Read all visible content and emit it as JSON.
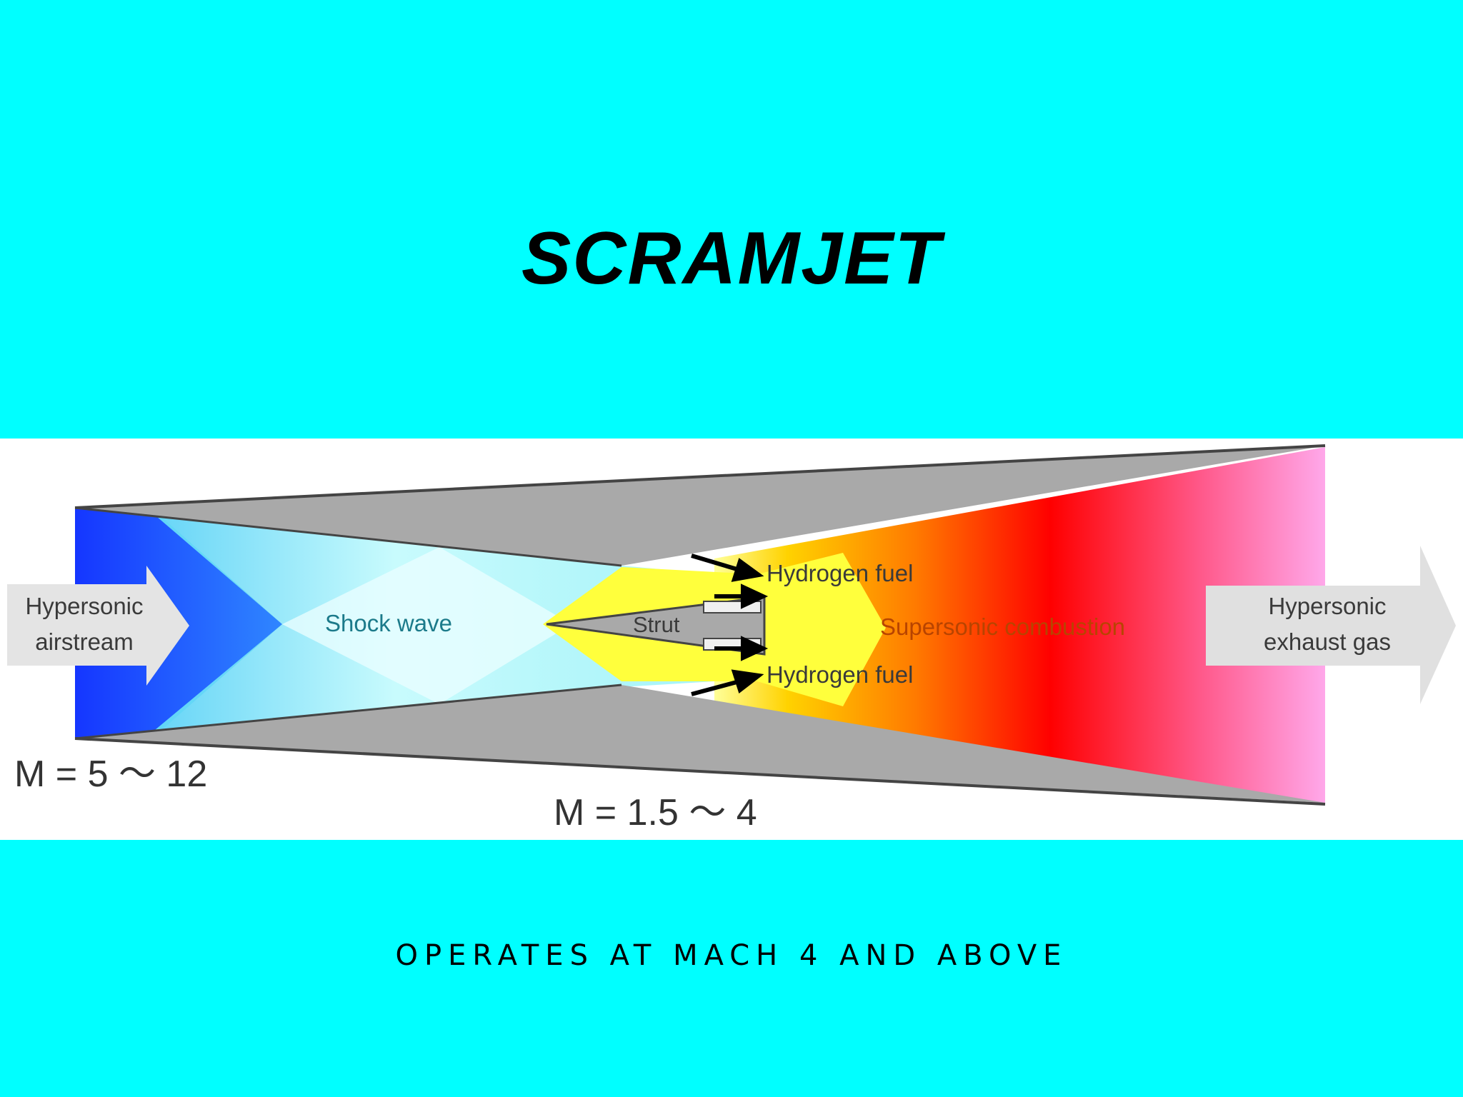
{
  "slide": {
    "title": "SCRAMJET",
    "subtitle": "OPERATES AT MACH 4 AND ABOVE"
  },
  "diagram": {
    "labels": {
      "inlet_flow": [
        "Hypersonic",
        "airstream"
      ],
      "shock_wave": "Shock wave",
      "strut": "Strut",
      "fuel_top": "Hydrogen fuel",
      "fuel_bottom": "Hydrogen fuel",
      "combustion": "Supersonic combustion",
      "exhaust_flow": [
        "Hypersonic",
        "exhaust gas"
      ],
      "mach_inlet": "M = 5 ～ 12",
      "mach_combustor": "M = 1.5 ～ 4"
    },
    "colors": {
      "background": "#00ffff",
      "panel": "#ffffff",
      "wall": "#a9a9a9",
      "inlet": "#1a3cff",
      "shock": "#8ff0f5",
      "fuel_zone": "#ffff3c",
      "flame_orange": "#ff7a00",
      "flame_red": "#ff0000",
      "exhaust_pink": "#ff9fe6",
      "flow_arrow": "#e4e4e4"
    }
  }
}
